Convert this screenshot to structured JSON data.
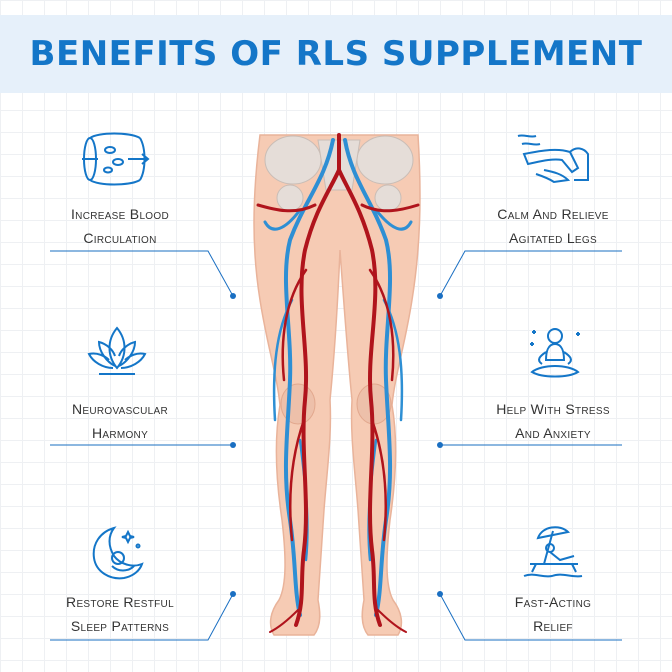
{
  "title": "BENEFITS OF RLS SUPPLEMENT",
  "colors": {
    "accent": "#1476c8",
    "header_band": "#e6f0fa",
    "artery": "#b0141c",
    "vein": "#2e8fd4",
    "skin": "#f6cbb4"
  },
  "benefits": [
    {
      "icon": "blood-vessel-icon",
      "line1": "Increase Blood",
      "line2": "Circulation"
    },
    {
      "icon": "lotus-icon",
      "line1": "Neurovascular",
      "line2": "Harmony"
    },
    {
      "icon": "moon-baby-icon",
      "line1": "Restore Restful",
      "line2": "Sleep Patterns"
    },
    {
      "icon": "legs-relief-icon",
      "line1": "Calm And Relieve",
      "line2": "Agitated Legs"
    },
    {
      "icon": "meditation-icon",
      "line1": "Help With Stress",
      "line2": "And Anxiety"
    },
    {
      "icon": "beach-chair-icon",
      "line1": "Fast-Acting",
      "line2": "Relief"
    }
  ]
}
